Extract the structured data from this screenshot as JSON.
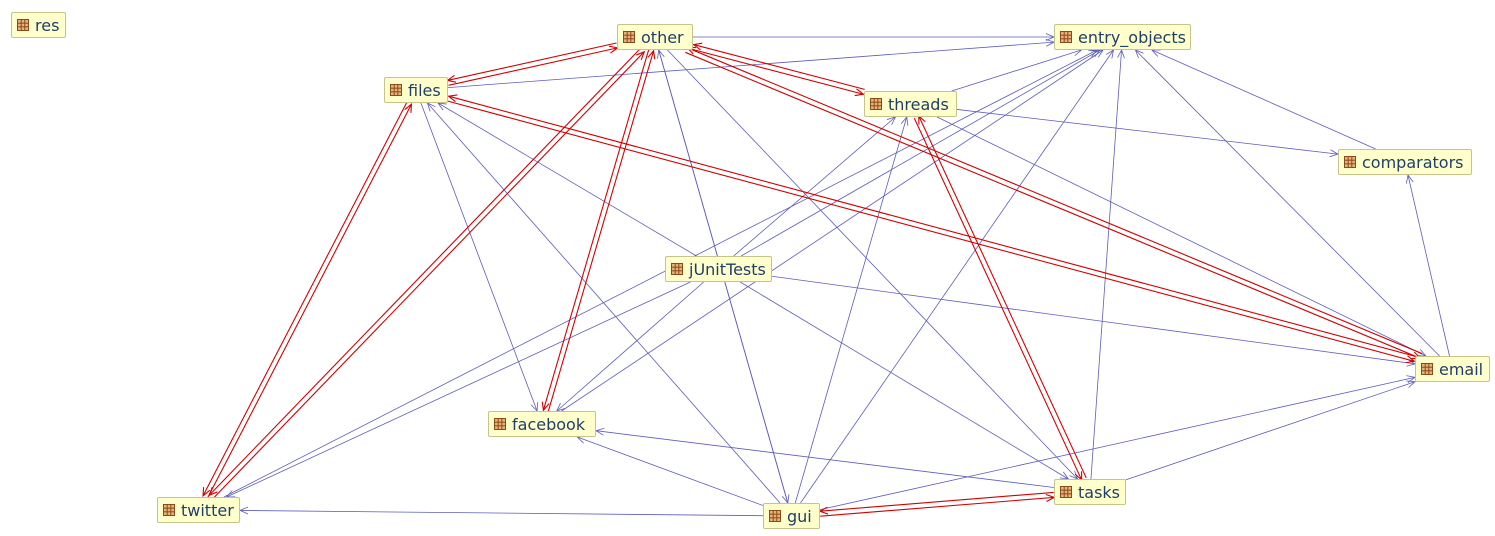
{
  "packages": {
    "res": "res",
    "other": "other",
    "entry_objects": "entry_objects",
    "files": "files",
    "threads": "threads",
    "comparators": "comparators",
    "jUnitTests": "jUnitTests",
    "email": "email",
    "facebook": "facebook",
    "tasks": "tasks",
    "twitter": "twitter",
    "gui": "gui"
  },
  "icon": "package-icon",
  "colors": {
    "dependency_edge": "#5c5cc0",
    "cyclic_edge": "#d40000",
    "node_fill": "#ffffcc",
    "node_border": "#c6c48a",
    "label": "#1f3f6b"
  },
  "dependencies": [
    {
      "from": "other",
      "to": "entry_objects",
      "cyclic": false
    },
    {
      "from": "files",
      "to": "entry_objects",
      "cyclic": false
    },
    {
      "from": "threads",
      "to": "entry_objects",
      "cyclic": false
    },
    {
      "from": "threads",
      "to": "comparators",
      "cyclic": false
    },
    {
      "from": "comparators",
      "to": "entry_objects",
      "cyclic": false
    },
    {
      "from": "email",
      "to": "comparators",
      "cyclic": false
    },
    {
      "from": "email",
      "to": "entry_objects",
      "cyclic": false
    },
    {
      "from": "files",
      "to": "facebook",
      "cyclic": false
    },
    {
      "from": "jUnitTests",
      "to": "files",
      "cyclic": false
    },
    {
      "from": "jUnitTests",
      "to": "threads",
      "cyclic": false
    },
    {
      "from": "jUnitTests",
      "to": "entry_objects",
      "cyclic": false
    },
    {
      "from": "jUnitTests",
      "to": "email",
      "cyclic": false
    },
    {
      "from": "jUnitTests",
      "to": "tasks",
      "cyclic": false
    },
    {
      "from": "jUnitTests",
      "to": "facebook",
      "cyclic": false
    },
    {
      "from": "jUnitTests",
      "to": "twitter",
      "cyclic": false
    },
    {
      "from": "facebook",
      "to": "entry_objects",
      "cyclic": false
    },
    {
      "from": "twitter",
      "to": "entry_objects",
      "cyclic": false
    },
    {
      "from": "tasks",
      "to": "entry_objects",
      "cyclic": false
    },
    {
      "from": "tasks",
      "to": "email",
      "cyclic": false
    },
    {
      "from": "tasks",
      "to": "facebook",
      "cyclic": false
    },
    {
      "from": "other",
      "to": "tasks",
      "cyclic": false
    },
    {
      "from": "threads",
      "to": "email",
      "cyclic": false
    },
    {
      "from": "gui",
      "to": "other",
      "cyclic": false
    },
    {
      "from": "gui",
      "to": "files",
      "cyclic": false
    },
    {
      "from": "gui",
      "to": "threads",
      "cyclic": false
    },
    {
      "from": "gui",
      "to": "entry_objects",
      "cyclic": false
    },
    {
      "from": "gui",
      "to": "facebook",
      "cyclic": false
    },
    {
      "from": "gui",
      "to": "twitter",
      "cyclic": false
    },
    {
      "from": "gui",
      "to": "email",
      "cyclic": false
    },
    {
      "from": "other",
      "to": "gui",
      "cyclic": false
    },
    {
      "from": "other",
      "to": "files",
      "cyclic": true
    },
    {
      "from": "files",
      "to": "other",
      "cyclic": true
    },
    {
      "from": "other",
      "to": "threads",
      "cyclic": true
    },
    {
      "from": "threads",
      "to": "other",
      "cyclic": true
    },
    {
      "from": "other",
      "to": "email",
      "cyclic": true
    },
    {
      "from": "email",
      "to": "other",
      "cyclic": true
    },
    {
      "from": "other",
      "to": "facebook",
      "cyclic": true
    },
    {
      "from": "facebook",
      "to": "other",
      "cyclic": true
    },
    {
      "from": "other",
      "to": "twitter",
      "cyclic": true
    },
    {
      "from": "twitter",
      "to": "other",
      "cyclic": true
    },
    {
      "from": "files",
      "to": "twitter",
      "cyclic": true
    },
    {
      "from": "twitter",
      "to": "files",
      "cyclic": true
    },
    {
      "from": "files",
      "to": "email",
      "cyclic": true
    },
    {
      "from": "email",
      "to": "files",
      "cyclic": true
    },
    {
      "from": "threads",
      "to": "tasks",
      "cyclic": true
    },
    {
      "from": "tasks",
      "to": "threads",
      "cyclic": true
    },
    {
      "from": "gui",
      "to": "tasks",
      "cyclic": true
    },
    {
      "from": "tasks",
      "to": "gui",
      "cyclic": true
    }
  ]
}
